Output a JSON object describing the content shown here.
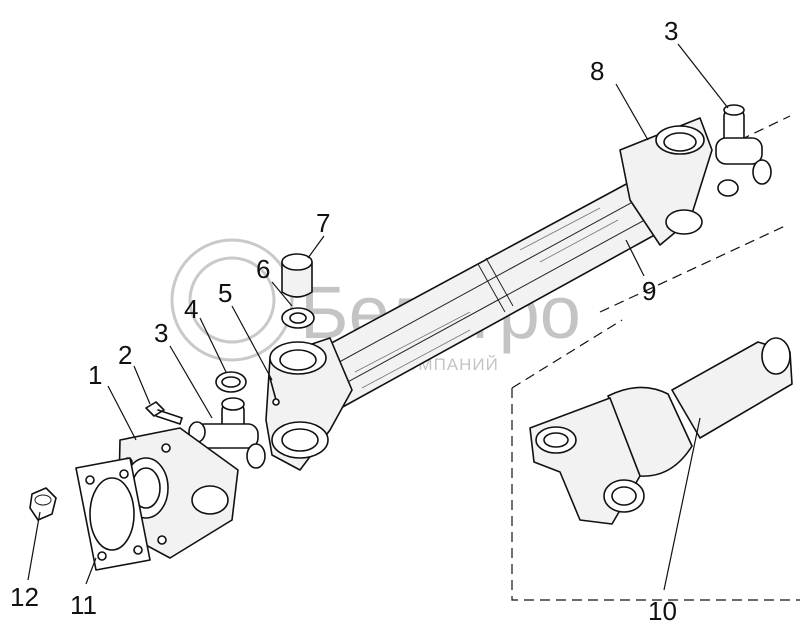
{
  "watermark": {
    "brand": "Белагро",
    "tagline": "ГРУППА КОМПАНИЙ",
    "color": "#c4c4c4"
  },
  "callouts": {
    "c1": "1",
    "c2": "2",
    "c3a": "3",
    "c3b": "3",
    "c4": "4",
    "c5": "5",
    "c6": "6",
    "c7": "7",
    "c8": "8",
    "c9": "9",
    "c10": "10",
    "c11": "11",
    "c12": "12"
  },
  "colors": {
    "line": "#111111",
    "shade": "#777777",
    "background": "#ffffff"
  }
}
